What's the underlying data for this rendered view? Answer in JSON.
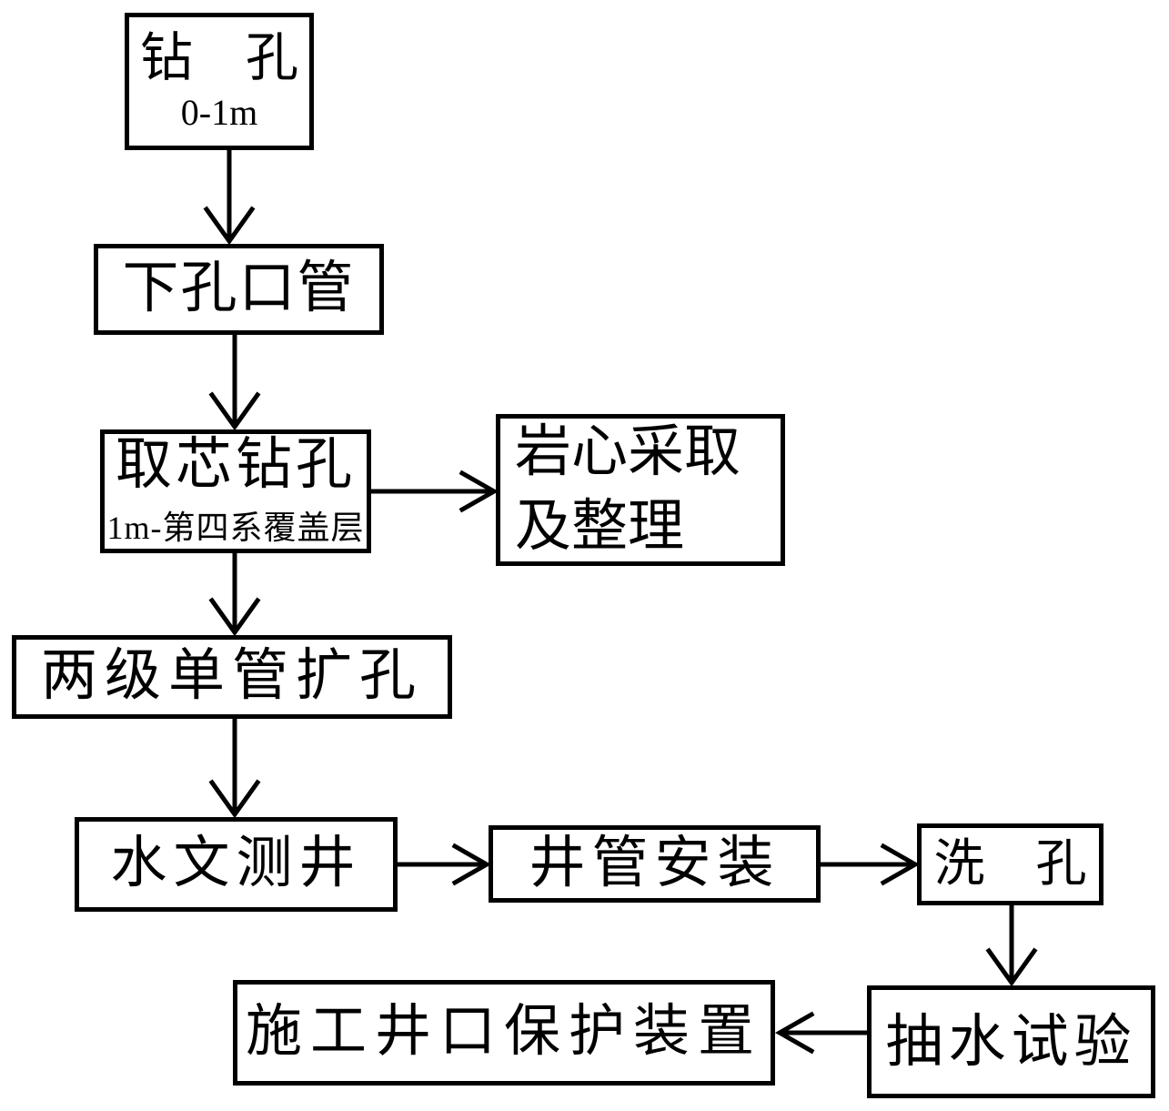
{
  "colors": {
    "ink": "#000000",
    "background": "#ffffff"
  },
  "nodes": {
    "drill": {
      "label": "钻　孔",
      "sublabel": "0-1m"
    },
    "casing": {
      "label": "下孔口管"
    },
    "core_drill": {
      "label": "取芯钻孔",
      "sublabel": "1m-第四系覆盖层"
    },
    "core_collect": {
      "line1": "岩心采取",
      "line2": "及整理"
    },
    "reaming": {
      "label": "两级单管扩孔"
    },
    "hydro_logging": {
      "label": "水文测井"
    },
    "pipe_install": {
      "label": "井管安装"
    },
    "wash_hole": {
      "label": "洗　孔"
    },
    "pump_test": {
      "label": "抽水试验"
    },
    "wellhead_protect": {
      "label": "施工井口保护装置"
    }
  }
}
